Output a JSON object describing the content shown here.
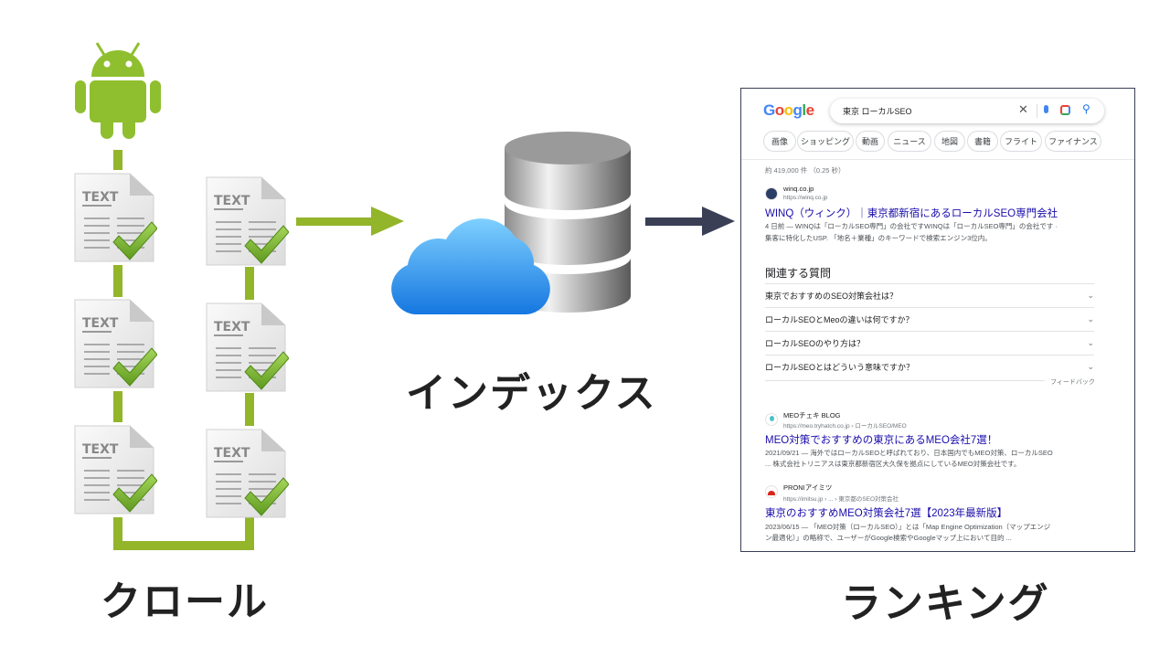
{
  "labels": {
    "crawl": "クロール",
    "index": "インデックス",
    "ranking": "ランキング"
  },
  "doc_icon_text": "TEXT",
  "colors": {
    "connector": "#93b52a",
    "arrow_dark": "#3a3f55",
    "android": "#8fbf2f",
    "cloud": "#1e9bf0",
    "link": "#1a0dab"
  },
  "serp": {
    "logo": "Google",
    "query": "東京 ローカルSEO",
    "chips": [
      "画像",
      "ショッピング",
      "動画",
      "ニュース",
      "地図",
      "書籍",
      "フライト",
      "ファイナンス"
    ],
    "result_count": "約 419,000 件 （0.25 秒）",
    "results": [
      {
        "site": "winq.co.jp",
        "url": "https://winq.co.jp",
        "title": "WINQ（ウィンク）｜東京都新宿にあるローカルSEO専門会社",
        "snippet1": "4 日前 — WINQは「ローカルSEO専門」の会社ですWINQは「ローカルSEO専門」の会社です ·",
        "snippet2": "集客に特化したUSP. 「地名＋業種」のキーワードで検索エンジン3位内。"
      },
      {
        "site": "MEOチェキ BLOG",
        "url": "https://meo.tryhatch.co.jp › ローカルSEO/MEO",
        "title": "MEO対策でおすすめの東京にあるMEO会社7選！",
        "snippet1": "2021/09/21 — 海外ではローカルSEOと呼ばれており、日本国内でもMEO対策、ローカルSEO",
        "snippet2": "... 株式会社トリニアスは東京都新宿区大久保を拠点にしているMEO対策会社です。"
      },
      {
        "site": "PRONIアイミツ",
        "url": "https://imitsu.jp › ... › 東京都のSEO対策会社",
        "title": "東京のおすすめMEO対策会社7選【2023年最新版】",
        "snippet1": "2023/06/15 — 「MEO対策（ローカルSEO）」とは「Map Engine Optimization（マップエンジ",
        "snippet2": "ン最適化）」の略称で、ユーザーがGoogle検索やGoogleマップ上において目的 ..."
      }
    ],
    "paa_title": "関連する質問",
    "paa": [
      "東京でおすすめのSEO対策会社は？",
      "ローカルSEOとMeoの違いは何ですか？",
      "ローカルSEOのやり方は？",
      "ローカルSEOとはどういう意味ですか？"
    ],
    "feedback": "フィードバック"
  }
}
